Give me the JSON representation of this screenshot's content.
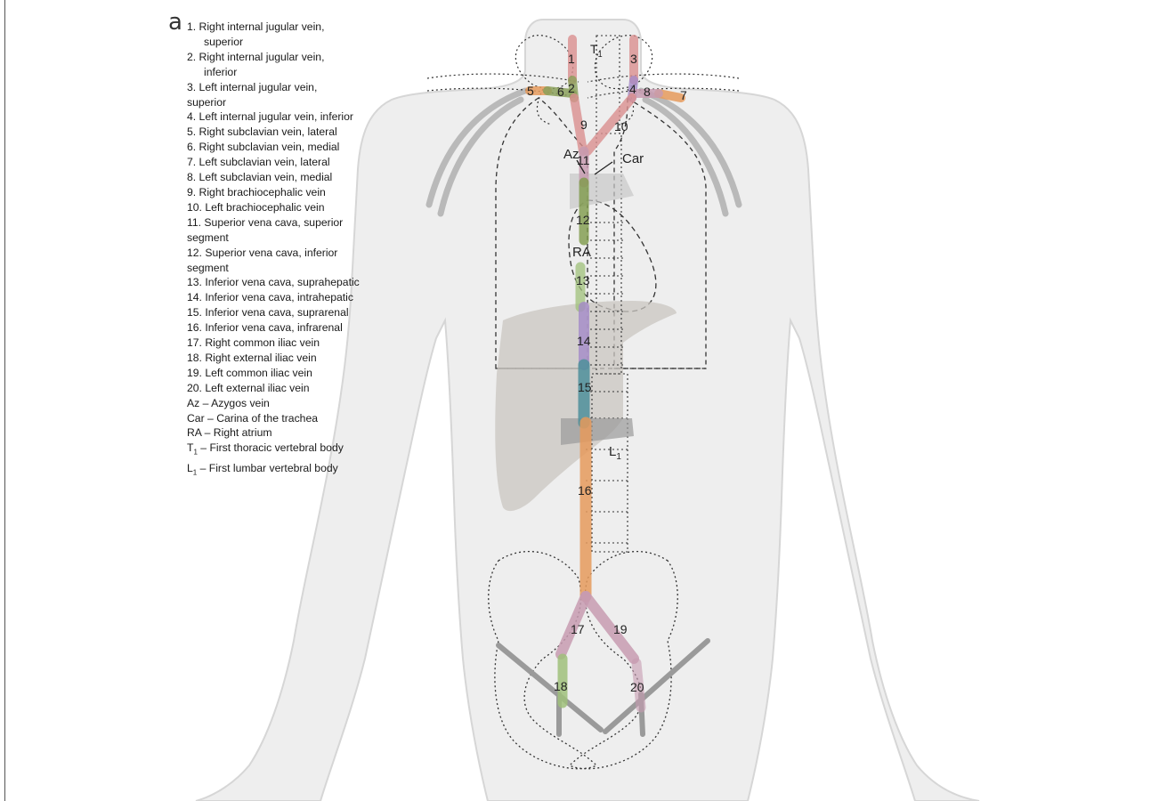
{
  "panel_letter": "a",
  "legend": [
    {
      "first": "1. Right internal jugular vein,",
      "cont": "superior"
    },
    {
      "first": "2. Right internal jugular vein,",
      "cont": "inferior"
    },
    {
      "first": "3. Left internal jugular vein,",
      "cont": "superior"
    },
    {
      "first": "4. Left internal jugular vein, inferior"
    },
    {
      "first": "5. Right subclavian vein, lateral"
    },
    {
      "first": "6. Right subclavian vein, medial"
    },
    {
      "first": "7. Left subclavian vein, lateral"
    },
    {
      "first": "8. Left subclavian vein, medial"
    },
    {
      "first": "9. Right brachiocephalic vein"
    },
    {
      "first": "10. Left brachiocephalic vein"
    },
    {
      "first": "11. Superior vena cava, superior",
      "cont": "segment"
    },
    {
      "first": "12. Superior vena cava, inferior",
      "cont": "segment"
    },
    {
      "first": "13. Inferior vena cava, suprahepatic"
    },
    {
      "first": "14. Inferior vena cava, intrahepatic"
    },
    {
      "first": "15. Inferior vena cava, suprarenal"
    },
    {
      "first": "16. Inferior vena cava, infrarenal"
    },
    {
      "first": "17. Right common iliac vein"
    },
    {
      "first": "18. Right external iliac vein"
    },
    {
      "first": "19. Left common iliac vein"
    },
    {
      "first": "20. Left external iliac vein"
    },
    {
      "first": "Az – Azygos vein"
    },
    {
      "first": "Car – Carina of the trachea"
    },
    {
      "first": "RA – Right atrium"
    }
  ],
  "legend_t1": {
    "letter": "T",
    "sub": "1",
    "text": " – First thoracic vertebral body"
  },
  "legend_l1": {
    "letter": "L",
    "sub": "1",
    "text": " – First lumbar vertebral body"
  },
  "labels": {
    "n1": "1",
    "n2": "2",
    "n3": "3",
    "n4": "4",
    "n5": "5",
    "n6": "6",
    "n7": "7",
    "n8": "8",
    "n9": "9",
    "n10": "10",
    "n11": "11",
    "n12": "12",
    "n13": "13",
    "n14": "14",
    "n15": "15",
    "n16": "16",
    "n17": "17",
    "n18": "18",
    "n19": "19",
    "n20": "20",
    "az": "Az",
    "car": "Car",
    "ra": "RA",
    "t_letter": "T",
    "t_sub": "1",
    "l_letter": "L",
    "l_sub": "1"
  },
  "colors": {
    "body": "#eeeeee",
    "body_outline": "#d6d6d6",
    "liver": "#c9c6c0",
    "bone": "#8a8a8a",
    "seg_pink": "#d98f8f",
    "seg_orange": "#e59a5c",
    "seg_green": "#8aa05a",
    "seg_olive": "#7e9a4a",
    "seg_purple": "#a48ac8",
    "seg_teal": "#4d8f9a",
    "seg_lightgreen": "#9fc07a",
    "seg_mauve": "#c79bb0"
  }
}
